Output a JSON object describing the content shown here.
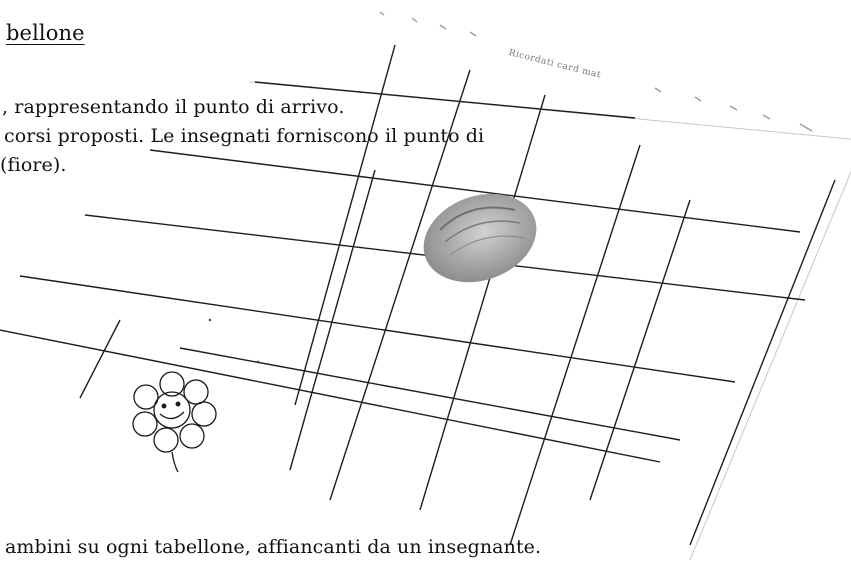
{
  "document": {
    "heading": "bellone",
    "lines": [
      ", rappresentando il punto di arrivo.",
      "corsi proposti. Le insegnati forniscono il punto di",
      "(fiore)."
    ],
    "bottom_line": "ambini su ogni tabellone, affiancanti da un insegnante."
  },
  "photo": {
    "card_caption": "Ricordati card mat",
    "icons": [
      "flower-drawing",
      "stone-pebble"
    ]
  }
}
